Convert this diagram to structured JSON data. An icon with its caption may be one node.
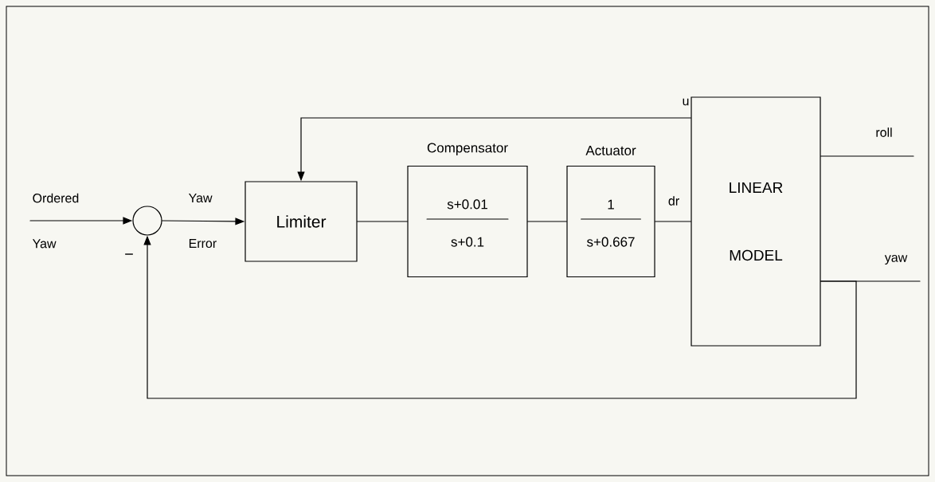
{
  "diagram": {
    "nodes": [
      {
        "text": [],
        "shape": "circle"
      },
      {
        "text": [
          "Limiter"
        ]
      },
      {
        "text": [
          "Compensator",
          "s+0.01",
          "s+0.1"
        ]
      },
      {
        "text": [
          "Actuator",
          "1",
          "s+0.667"
        ]
      },
      {
        "text": [
          "LINEAR MODEL"
        ]
      }
    ],
    "edges": [
      {
        "from": null,
        "to": 0,
        "arrow": "to",
        "label": "Ordered Yaw"
      },
      {
        "from": 0,
        "to": 1,
        "arrow": "to",
        "label": "Yaw Error"
      },
      {
        "from": 1,
        "to": 2,
        "arrow": "none"
      },
      {
        "from": 2,
        "to": 3,
        "arrow": "none"
      },
      {
        "from": 3,
        "to": 4,
        "arrow": "none",
        "label": "dr"
      },
      {
        "from": 4,
        "to": 1,
        "arrow": "to",
        "label": "u"
      },
      {
        "from": 4,
        "to": null,
        "arrow": "none",
        "label": "roll"
      },
      {
        "from": 4,
        "to": null,
        "arrow": "none",
        "label": "yaw"
      },
      {
        "from": 4,
        "to": 0,
        "arrow": "to"
      }
    ],
    "labels": [
      "−"
    ]
  }
}
